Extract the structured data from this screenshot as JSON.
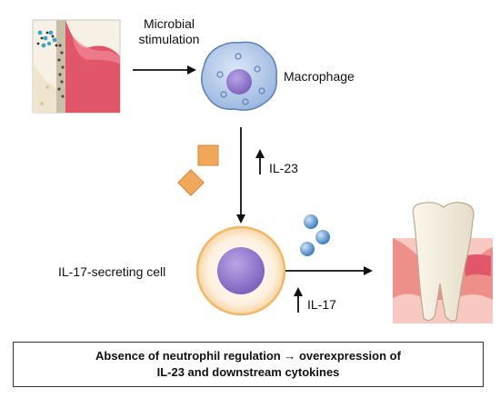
{
  "labels": {
    "microbial_line1": "Microbial",
    "microbial_line2": "stimulation",
    "macrophage": "Macrophage",
    "il23": "IL-23",
    "il17_cell": "IL-17-secreting cell",
    "il17": "IL-17"
  },
  "caption": {
    "line1": "Absence of neutrophil regulation → overexpression of",
    "line2": "IL-23 and downstream cytokines"
  },
  "colors": {
    "macrophage_fill": "#a9c4e8",
    "macrophage_nucleus": "#8e74c8",
    "il17cell_fill": "#fbe9cf",
    "il17cell_ring": "#f2b866",
    "cytokine_square": "#f2a85a",
    "il17_sphere": "#5b9bd5",
    "gum": "#e2566a",
    "tooth": "#f4ede0"
  },
  "icons": [
    "gum-bacteria-icon",
    "macrophage-cell-icon",
    "il17-cell-icon",
    "cytokine-square-icon",
    "il17-sphere-icon",
    "tooth-icon"
  ]
}
